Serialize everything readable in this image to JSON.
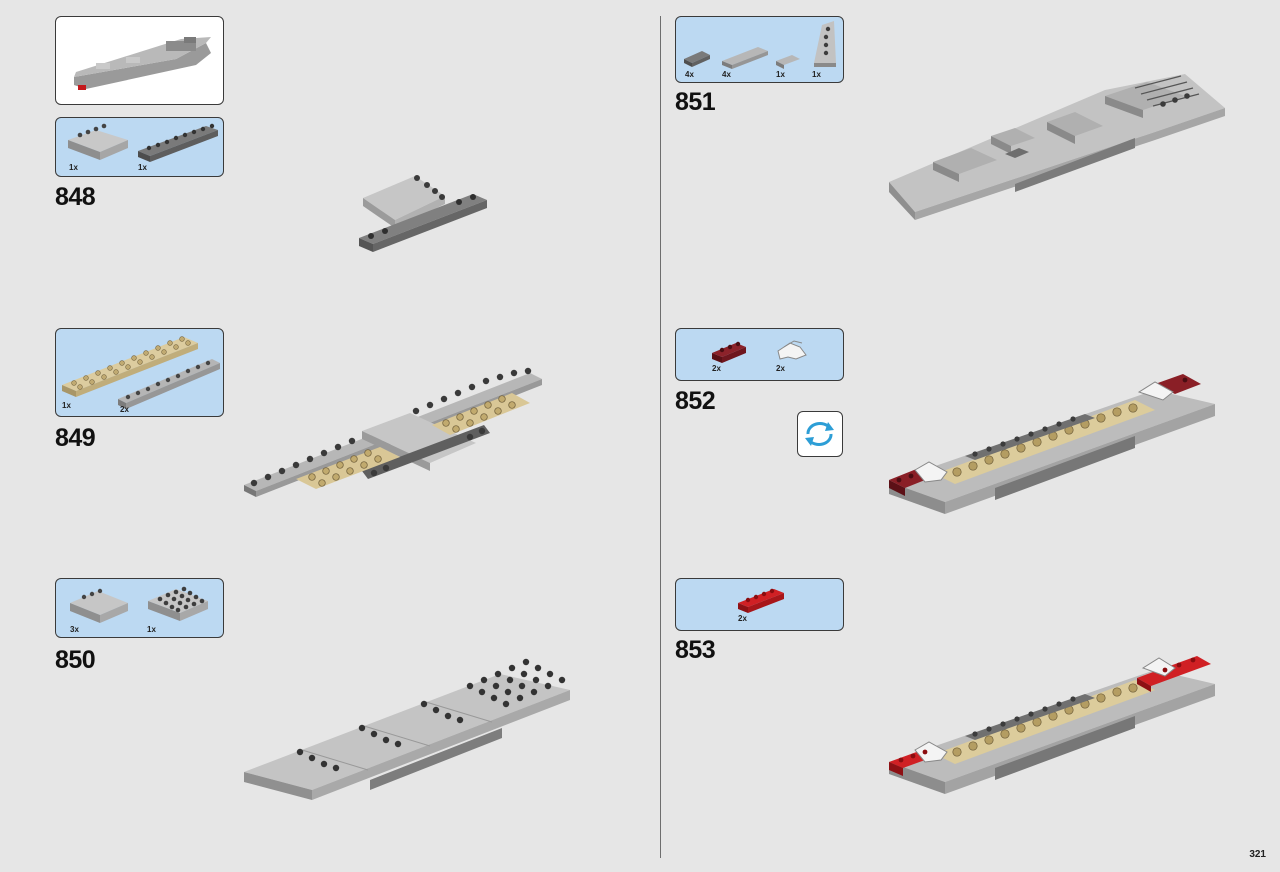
{
  "page_number": "321",
  "colors": {
    "callout_bg": "#bcd9f2",
    "light_gray": "#a7a7a7",
    "dark_gray": "#6c6c6c",
    "tan": "#d8c79a",
    "dark_red": "#7e1b22",
    "red": "#c4181c",
    "white": "#f4f4f4"
  },
  "steps": [
    {
      "number": "848",
      "parts": [
        {
          "qty": "1x",
          "part": "plate-4x4-light-gray"
        },
        {
          "qty": "1x",
          "part": "plate-1x8-dark-gray"
        }
      ]
    },
    {
      "number": "849",
      "parts": [
        {
          "qty": "1x",
          "part": "plate-2x10-tan"
        },
        {
          "qty": "2x",
          "part": "plate-1x10-light-gray"
        }
      ]
    },
    {
      "number": "850",
      "parts": [
        {
          "qty": "3x",
          "part": "tile-4x4-light-gray"
        },
        {
          "qty": "1x",
          "part": "plate-4x4-light-gray"
        }
      ]
    },
    {
      "number": "851",
      "parts": [
        {
          "qty": "4x",
          "part": "tile-1x2-dark-gray"
        },
        {
          "qty": "4x",
          "part": "tile-1x4-light-gray"
        },
        {
          "qty": "1x",
          "part": "tile-1x2-light-gray"
        },
        {
          "qty": "1x",
          "part": "wedge-plate-light-gray"
        }
      ]
    },
    {
      "number": "852",
      "parts": [
        {
          "qty": "2x",
          "part": "plate-1x3-dark-red"
        },
        {
          "qty": "2x",
          "part": "clip-white"
        }
      ]
    },
    {
      "number": "853",
      "parts": [
        {
          "qty": "2x",
          "part": "plate-1x4-red"
        }
      ]
    }
  ]
}
